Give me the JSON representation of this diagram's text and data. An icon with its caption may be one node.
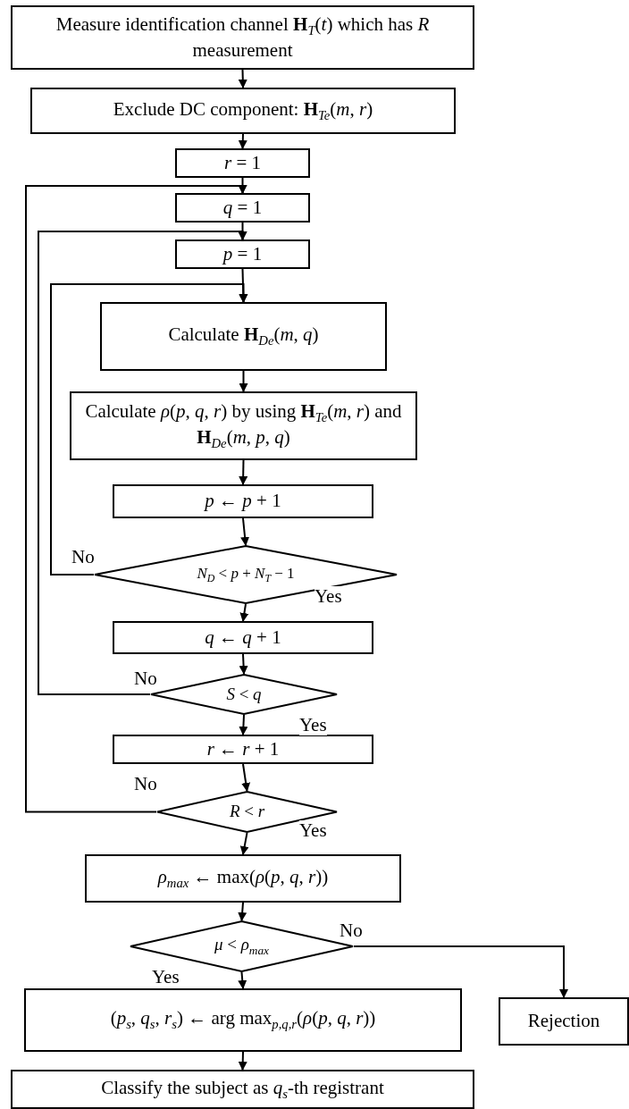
{
  "diagram": {
    "nodes": [
      {
        "text": [
          "Measure identification channel **H**$_{T}$(*t*) which has *R* measurement"
        ]
      },
      {
        "text": [
          "Exclude DC component: **H**$_{Te}$(*m*, *r*)"
        ]
      },
      {
        "text": [
          "*r* = 1"
        ]
      },
      {
        "text": [
          "*q* = 1"
        ]
      },
      {
        "text": [
          "*p* = 1"
        ]
      },
      {
        "text": [
          "Calculate **H**$_{De}$(*m*, *q*)"
        ]
      },
      {
        "text": [
          "Calculate *ρ*(*p*, *q*, *r*) by using **H**$_{Te}$(*m*, *r*) and **H**$_{De}$(*m*, *p*, *q*)"
        ]
      },
      {
        "text": [
          "*p* ← *p* + 1"
        ]
      },
      {
        "text": [
          "*N*$_{D}$ < *p* + *N*$_{T}$ − 1"
        ]
      },
      {
        "text": [
          "*q* ← *q* + 1"
        ]
      },
      {
        "text": [
          "*S* < *q*"
        ]
      },
      {
        "text": [
          "*r* ← *r* + 1"
        ]
      },
      {
        "text": [
          "*R* < *r*"
        ]
      },
      {
        "text": [
          "*ρ*$_{max}$ ← max(*ρ*(*p*, *q*, *r*))"
        ]
      },
      {
        "text": [
          "*μ* < *ρ*$_{max}$"
        ]
      },
      {
        "text": [
          "(*p*$_{s}$, *q*$_{s}$, *r*$_{s}$) ← arg max$_{p,q,r}$(*ρ*(*p*, *q*, *r*))"
        ]
      },
      {
        "text": [
          "Rejection"
        ]
      },
      {
        "text": [
          "Classify the subject as *q*$_{s}$-th registrant"
        ]
      }
    ],
    "edges": [
      {
        "from": 0,
        "to": 1,
        "arrow": "to"
      },
      {
        "from": 1,
        "to": 2,
        "arrow": "to"
      },
      {
        "from": 2,
        "to": 3,
        "arrow": "to"
      },
      {
        "from": 3,
        "to": 4,
        "arrow": "to"
      },
      {
        "from": 4,
        "to": 5,
        "arrow": "to"
      },
      {
        "from": 5,
        "to": 6,
        "arrow": "to"
      },
      {
        "from": 6,
        "to": 7,
        "arrow": "to"
      },
      {
        "from": 7,
        "to": 8,
        "arrow": "to"
      },
      {
        "from": 8,
        "to": 9,
        "arrow": "to",
        "label": "Yes"
      },
      {
        "from": 8,
        "to": 5,
        "arrow": "to",
        "label": "No"
      },
      {
        "from": 9,
        "to": 10,
        "arrow": "to"
      },
      {
        "from": 10,
        "to": 11,
        "arrow": "to",
        "label": "Yes"
      },
      {
        "from": 10,
        "to": 4,
        "arrow": "to",
        "label": "No"
      },
      {
        "from": 11,
        "to": 12,
        "arrow": "to"
      },
      {
        "from": 12,
        "to": 13,
        "arrow": "to",
        "label": "Yes"
      },
      {
        "from": 12,
        "to": 3,
        "arrow": "to",
        "label": "No"
      },
      {
        "from": 13,
        "to": 14,
        "arrow": "to"
      },
      {
        "from": 14,
        "to": 15,
        "arrow": "to",
        "label": "Yes"
      },
      {
        "from": 14,
        "to": 16,
        "arrow": "to",
        "label": "No"
      },
      {
        "from": 15,
        "to": 17,
        "arrow": "to"
      }
    ]
  }
}
